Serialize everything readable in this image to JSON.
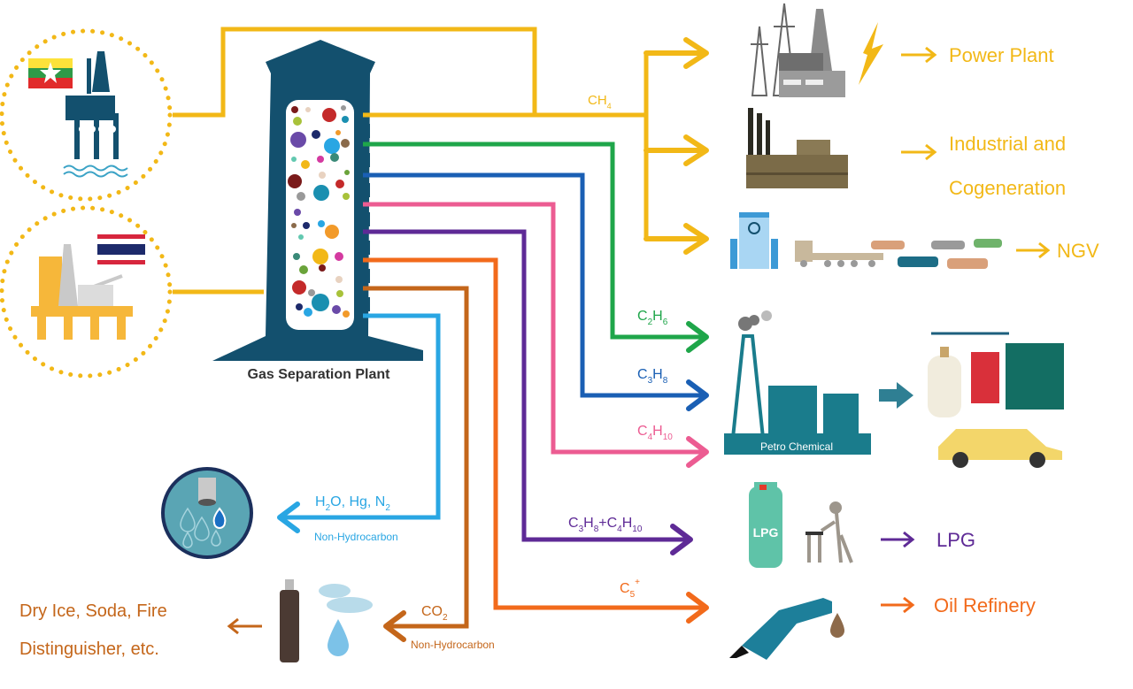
{
  "title": "Gas Separation Plant",
  "sources": [
    {
      "name": "Myanmar offshore platform",
      "flag": "myanmar"
    },
    {
      "name": "Thailand offshore platform",
      "flag": "thailand"
    }
  ],
  "plant_label": "Gas Separation Plant",
  "colors": {
    "ch4": "#f2b817",
    "c2h6": "#1fa64a",
    "c3h8": "#1a5fb4",
    "c4h10": "#ec5c92",
    "lpg": "#5e2a96",
    "c5": "#f26a1b",
    "co2": "#c4661a",
    "non_hc": "#29a6e3",
    "plant": "#13506e",
    "petro": "#1a7c8c"
  },
  "streams": {
    "ch4": {
      "formula": "CH",
      "sub": "4"
    },
    "c2h6": {
      "formula_parts": [
        "C",
        "2",
        "H",
        "6"
      ]
    },
    "c3h8": {
      "formula_parts": [
        "C",
        "3",
        "H",
        "8"
      ]
    },
    "c4h10": {
      "formula_parts": [
        "C",
        "4",
        "H",
        "10"
      ]
    },
    "lpg": {
      "formula_parts": [
        "C",
        "3",
        "H",
        "8",
        "+C",
        "4",
        "H",
        "10"
      ]
    },
    "c5": {
      "formula": "C",
      "sub": "5",
      "sup": "+"
    },
    "co2": {
      "formula": "CO",
      "sub": "2",
      "note": "Non-Hydrocarbon"
    },
    "non_hc": {
      "formula_parts": [
        "H",
        "2",
        "O, Hg, N",
        "2"
      ],
      "note": "Non-Hydrocarbon"
    }
  },
  "destinations": {
    "power_plant": "Power Plant",
    "industrial_line1": "Industrial and",
    "industrial_line2": "Cogeneration",
    "ngv": "NGV",
    "petro_chemical": "Petro Chemical",
    "lpg": "LPG",
    "oil_refinery": "Oil Refinery",
    "co2_use_line1": "Dry Ice, Soda, Fire",
    "co2_use_line2": "Distinguisher, etc."
  },
  "icons": {
    "lpg_tank_label": "LPG"
  }
}
